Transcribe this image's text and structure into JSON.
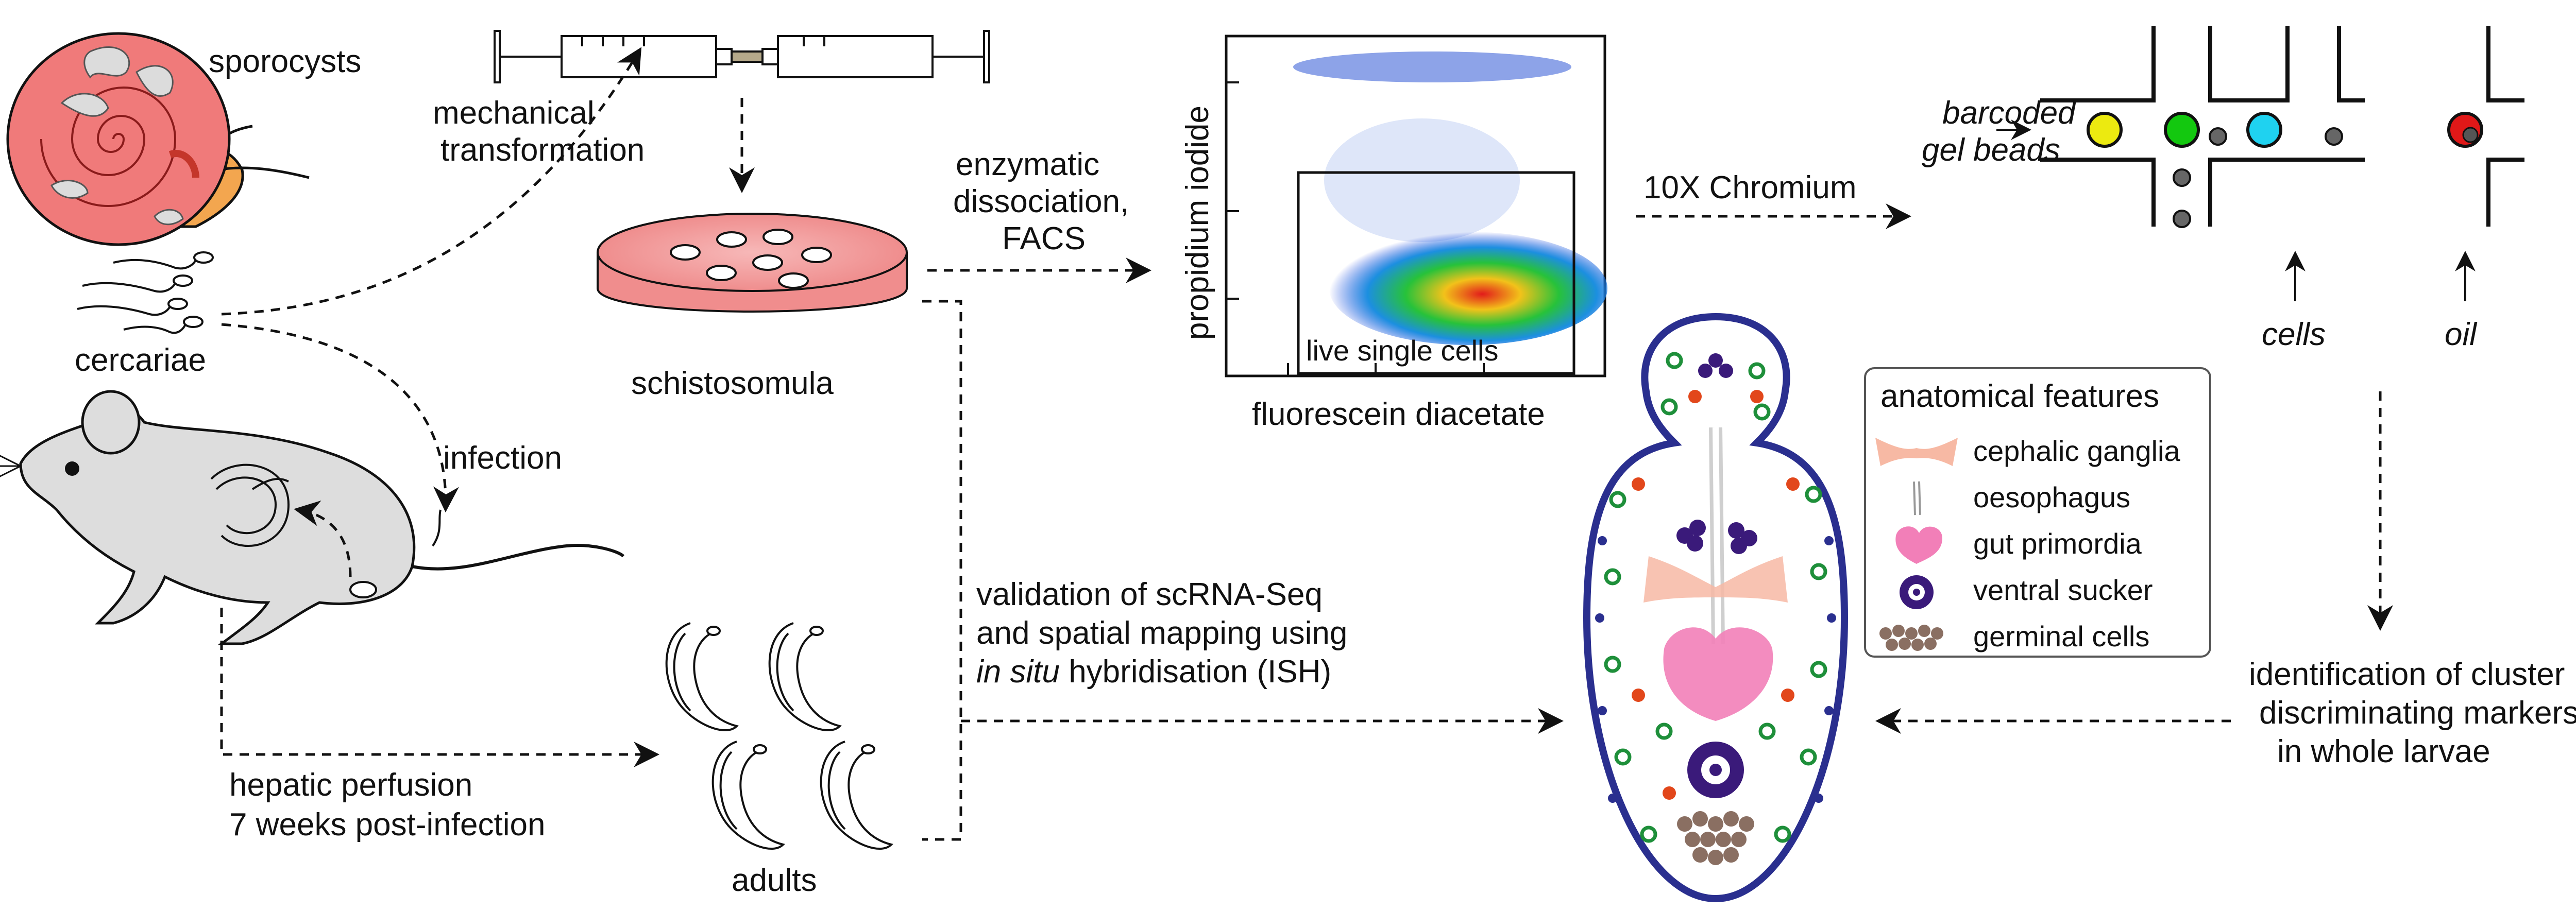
{
  "labels": {
    "sporocysts": "sporocysts",
    "mechanical_1": "mechanical",
    "mechanical_2": "transformation",
    "cercariae": "cercariae",
    "schistosomula": "schistosomula",
    "infection": "infection",
    "hepatic_1": "hepatic perfusion",
    "hepatic_2": "7 weeks post-infection",
    "adults": "adults",
    "enzymatic_1": "enzymatic",
    "enzymatic_2": "dissociation,",
    "enzymatic_3": "FACS",
    "chromium": "10X Chromium",
    "barcoded_1": "barcoded",
    "barcoded_2": "gel beads",
    "cells": "cells",
    "oil": "oil",
    "validation_1": "validation of scRNA-Seq",
    "validation_2": "and spatial mapping using",
    "validation_3a": "in situ",
    "validation_3b": " hybridisation (ISH)",
    "ident_1": "identification of cluster",
    "ident_2": "discriminating markers",
    "ident_3": "in whole larvae"
  },
  "facs": {
    "ylabel": "propidium iodide",
    "xlabel": "fluorescein diacetate",
    "gate_label": "live single cells"
  },
  "legend": {
    "title": "anatomical features",
    "items": [
      {
        "label": "cephalic ganglia",
        "icon": "cephalic-ganglia-icon",
        "color": "#f7b9a4"
      },
      {
        "label": "oesophagus",
        "icon": "oesophagus-icon",
        "color": "#d9d9d9"
      },
      {
        "label": "gut primordia",
        "icon": "gut-primordia-icon",
        "color": "#f27fb8"
      },
      {
        "label": "ventral sucker",
        "icon": "ventral-sucker-icon",
        "color": "#3a1a7a"
      },
      {
        "label": "germinal cells",
        "icon": "germinal-cells-icon",
        "color": "#8a6f62"
      }
    ]
  },
  "colors": {
    "snail": "#f07a7a",
    "snail_foot": "#f3a64f",
    "dish": "#f5a0a0",
    "bead_yellow": "#ecea10",
    "bead_green": "#13c80f",
    "bead_cyan": "#1fd2f0",
    "bead_red": "#e01818",
    "larva_outline": "#2a2f8f"
  }
}
